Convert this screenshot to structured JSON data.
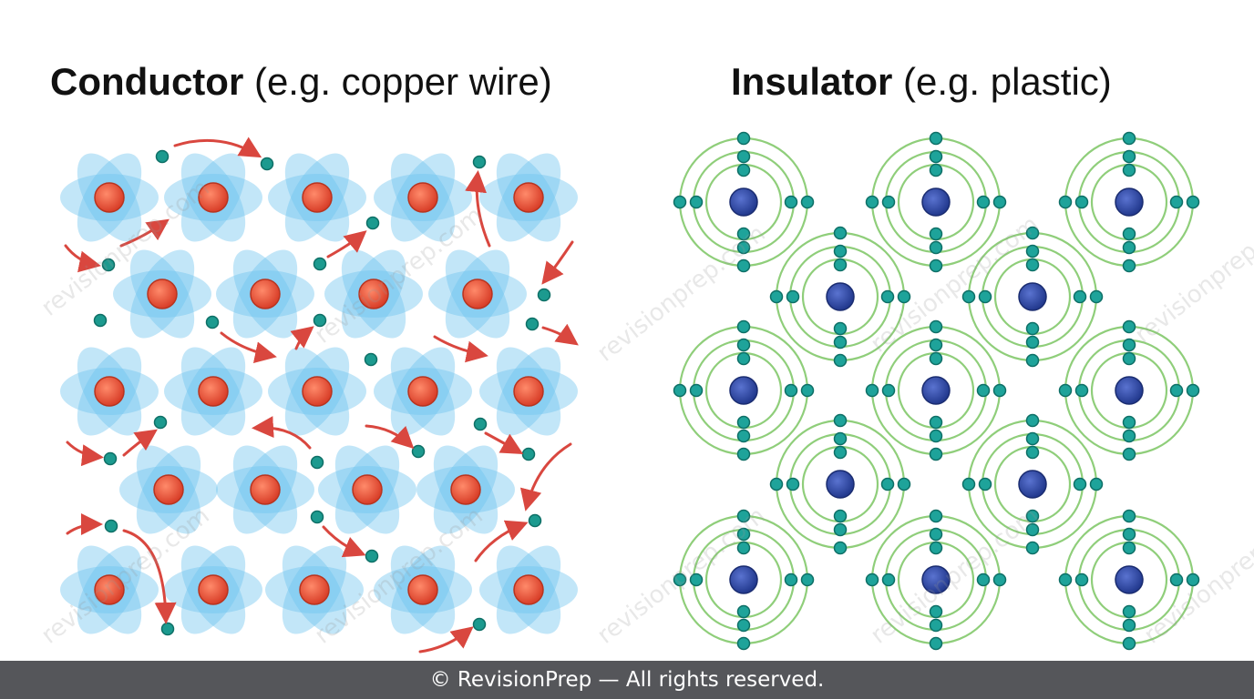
{
  "conductor": {
    "title_bold": "Conductor",
    "title_rest": " (e.g. copper wire)"
  },
  "insulator": {
    "title_bold": "Insulator",
    "title_rest": " (e.g. plastic)"
  },
  "footer": {
    "text": "© RevisionPrep — All rights reserved."
  },
  "watermark": {
    "text": "revisionprep.com"
  },
  "colors": {
    "nucleus_conductor": "#e8553a",
    "electron_cloud": "#6ec4ee",
    "free_electron": "#1c9a8f",
    "flow_arrow": "#d9473f",
    "nucleus_insulator": "#2f47a4",
    "orbit": "#8fce7a",
    "bound_electron": "#1ea39a",
    "footer_bg": "#55565a"
  }
}
